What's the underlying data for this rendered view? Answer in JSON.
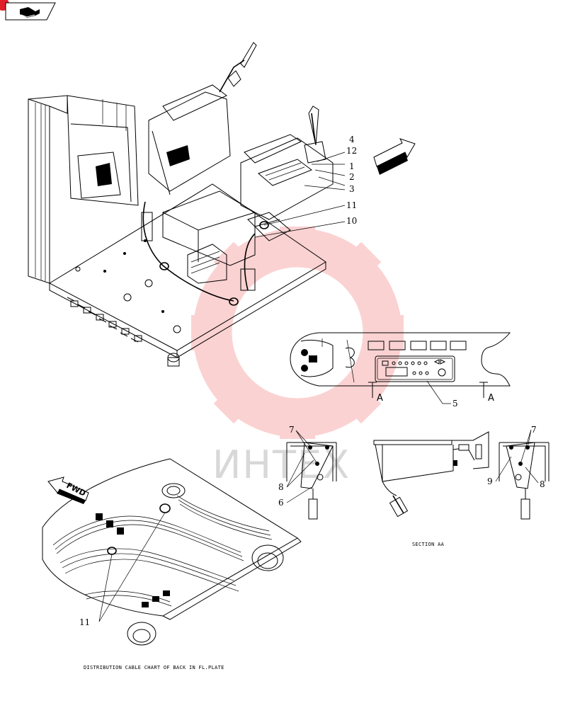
{
  "badge": {
    "color": "#e0202a",
    "icon": "book-reference-icon"
  },
  "fwd_label": "FWD",
  "watermark": {
    "text": "ИНТЕХ",
    "color": "#f05050"
  },
  "callouts": {
    "main": [
      "4",
      "12",
      "1",
      "2",
      "3",
      "11",
      "10"
    ],
    "detail_label": "5",
    "left_bracket": [
      "7",
      "8",
      "6"
    ],
    "right_bracket": [
      "7",
      "9",
      "8"
    ],
    "bottom": "11"
  },
  "section_marks": [
    "A",
    "A"
  ],
  "captions": {
    "section": "SECTION AA",
    "distribution": "DISTRIBUTION CABLE CHART OF BACK IN FL.PLATE"
  }
}
